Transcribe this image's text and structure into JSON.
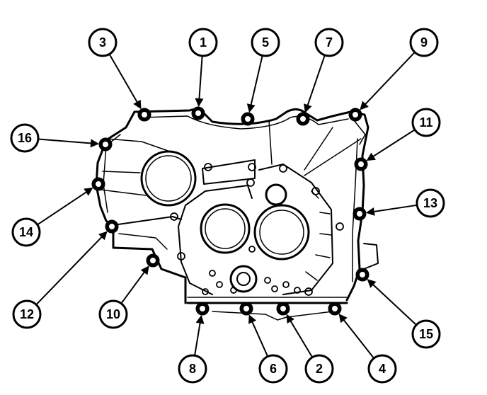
{
  "callouts": [
    "1",
    "2",
    "3",
    "4",
    "5",
    "6",
    "7",
    "8",
    "9",
    "10",
    "11",
    "12",
    "13",
    "14",
    "15",
    "16"
  ],
  "colors": {
    "ink": "#000000",
    "paper": "#ffffff"
  }
}
